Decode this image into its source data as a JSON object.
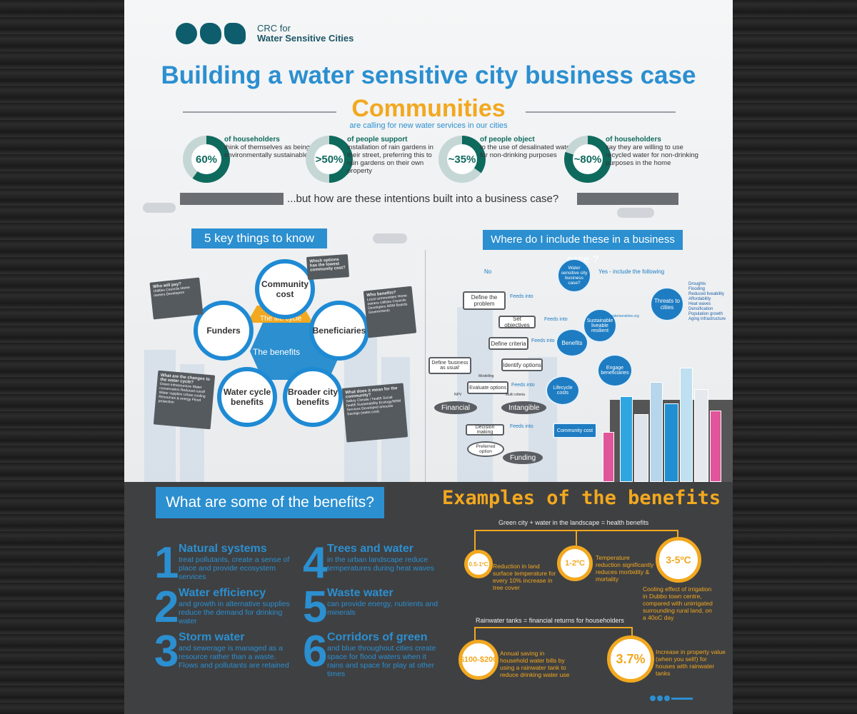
{
  "logo": {
    "line1": "CRC for",
    "line2": "Water Sensitive Cities"
  },
  "title": "Building a water sensitive city business case",
  "communities": {
    "heading": "Communities",
    "subtitle": "are calling for new water services in our cities"
  },
  "stats": [
    {
      "value": "60%",
      "fraction": 0.6,
      "bold": "of householders",
      "text": "think of themselves as being environmentally sustainable"
    },
    {
      "value": ">50%",
      "fraction": 0.5,
      "bold": "of people support",
      "text": "installation of rain gardens in their street, preferring this to rain gardens on their own property"
    },
    {
      "value": "~35%",
      "fraction": 0.35,
      "bold": "of people object",
      "text": "to the use of desalinated water for non-drinking purposes"
    },
    {
      "value": "~80%",
      "fraction": 0.8,
      "bold": "of householders",
      "text": "say they are willing to use recycled water for non-drinking purposes in the home"
    }
  ],
  "question": "...but how are these intentions built into a business case?",
  "left_panel": {
    "banner": "5 key things to know",
    "circles": {
      "community": "Community cost",
      "funders": "Funders",
      "beneficiaries": "Beneficiaries",
      "water": "Water cycle benefits",
      "broader": "Broader city benefits"
    },
    "lifecycle": "The life cycle",
    "benefits": "The benefits",
    "boxes": [
      {
        "q": "Who will pay?",
        "items": "Utilities Councils Home owners Developers"
      },
      {
        "q": "Which options has the lowest community cost?",
        "items": ""
      },
      {
        "q": "Who benefits?",
        "items": "Local communities Home owners Utilities Councils Developers NRM Boards Governments"
      },
      {
        "q": "What are the changes to the water cycle?",
        "items": "Green infrastructure Water conservation Reduced runoff Water supplies Urban cooling Resources & energy Flood protection"
      },
      {
        "q": "What does it mean for the community?",
        "items": "Safety Climate / health Social health Sustainability Ecology/NRM Services Developed amounts Savings (water,cost)"
      }
    ]
  },
  "right_panel": {
    "banner": "Where do I include these in a business case ?",
    "no": "No",
    "yes": "Yes - include the following",
    "decision": "Water sensitive city business case?",
    "nodes": [
      "Define the problem",
      "Set objectives",
      "Define criteria",
      "Identify options",
      "Define 'business as usual'",
      "Evaluate options",
      "Decision making",
      "Preferred option"
    ],
    "blue": [
      "Threats to cities",
      "Sustainable liveable resilient",
      "Benefits",
      "Engage beneficiaries",
      "Lifecycle costs",
      "Community cost"
    ],
    "threats": [
      "Droughts",
      "Flooding",
      "Reduced liveability",
      "Affordability",
      "Heat waves",
      "Densification",
      "Population growth",
      "Aging infrastructure"
    ],
    "feeds": "Feeds into",
    "link": "dataonline.watersensitive.org",
    "modelling": "Modelling",
    "npv": "NPV",
    "multi": "Multi criteria",
    "financial": "Financial",
    "intangible": "Intangible",
    "funding": "Funding"
  },
  "benefits": {
    "title": "What are some of the benefits?",
    "items": [
      {
        "n": "1",
        "h": "Natural systems",
        "d": "treat pollutants, create a sense of place and provide ecosystem services"
      },
      {
        "n": "2",
        "h": "Water efficiency",
        "d": "and growth in alternative supplies reduce the demand for drinking water"
      },
      {
        "n": "3",
        "h": "Storm water",
        "d": "and sewerage is managed as a resource rather than a waste. Flows and pollutants are retained"
      },
      {
        "n": "4",
        "h": "Trees and water",
        "d": "in the urban landscape reduce temperatures during heat waves"
      },
      {
        "n": "5",
        "h": "Waste water",
        "d": "can provide energy, nutrients and minerals"
      },
      {
        "n": "6",
        "h": "Corridors of green",
        "d": "and blue throughout cities create space for flood waters when it rains and space for play at other times"
      }
    ]
  },
  "examples": {
    "title": "Examples of the benefits",
    "health_caption": "Green city + water in the landscape = health benefits",
    "h1": {
      "v": "0.5-1ºC",
      "t": "Reduction in land surface temperature for every 10% increase in tree cover"
    },
    "h2": {
      "v": "1-2ºC",
      "t": "Temperature reduction significantly reduces morbidity & mortality"
    },
    "h3": {
      "v": "3-5ºC",
      "t": "Cooling effect of irrigation in Dubbo town centre, compared with unirrigated surrounding rural land, on a 40oC day"
    },
    "tank_caption": "Rainwater tanks = financial returns for householders",
    "t1": {
      "v": "$100-$200",
      "t": "Annual saving in household water bills by using a rainwater tank to reduce drinking water use"
    },
    "t2": {
      "v": "3.7%",
      "t": "Increase in property value (when you sell!) for houses with rainwater tanks"
    }
  },
  "colors": {
    "blue": "#2b8fd0",
    "orange": "#f2a81f",
    "teal": "#0f6a5e"
  }
}
